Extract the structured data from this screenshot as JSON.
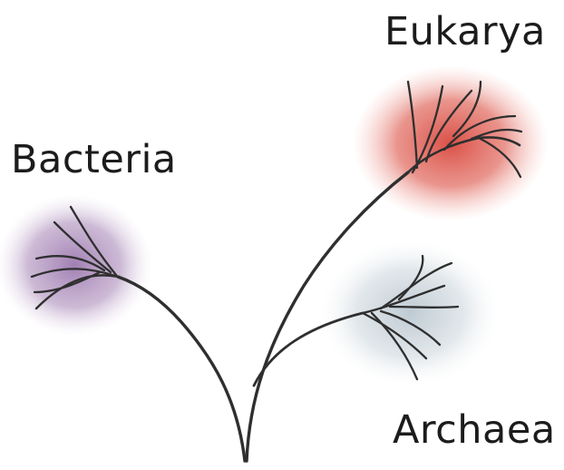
{
  "labels": {
    "eukarya": "Eukarya",
    "bacteria": "Bacteria",
    "archaea": "Archaea"
  },
  "colors": {
    "eukarya_glow": "#d9473d",
    "bacteria_glow": "#8a5fa0",
    "archaea_glow": "#b9c6cf",
    "branch": "#2f2f2f",
    "text": "#1c1c1c"
  }
}
